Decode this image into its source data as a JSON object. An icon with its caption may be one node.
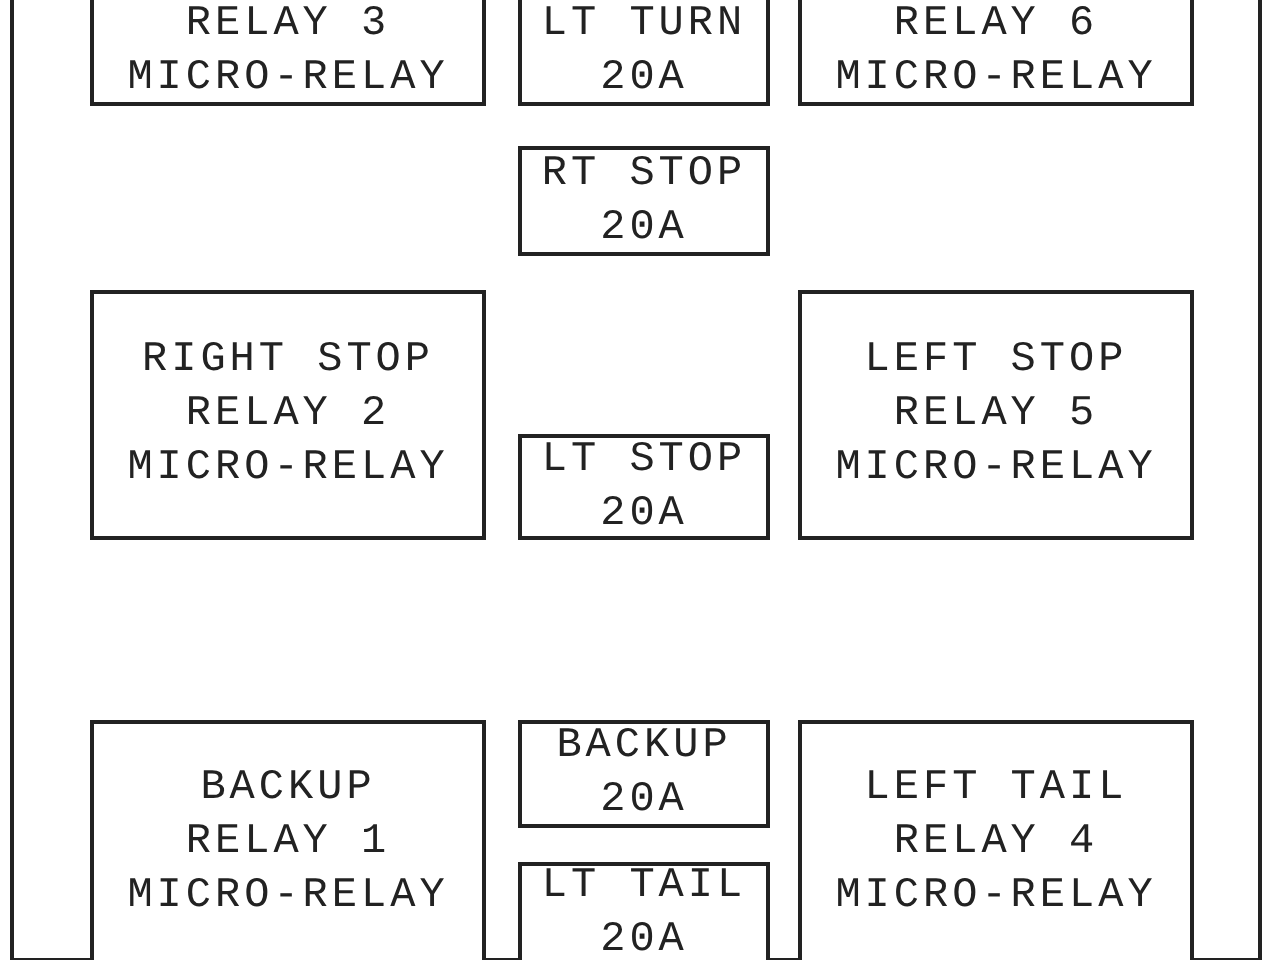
{
  "diagram": {
    "nodes": [
      {
        "text": [
          "RELAY 3 MICRO-RELAY"
        ]
      },
      {
        "text": [
          "LT TURN",
          "20A"
        ]
      },
      {
        "text": [
          "RELAY 6 MICRO-RELAY"
        ]
      },
      {
        "text": [
          "RT STOP",
          "20A"
        ]
      },
      {
        "text": [
          "RIGHT STOP RELAY 2 MICRO-RELAY"
        ]
      },
      {
        "text": [
          "LEFT STOP RELAY 5 MICRO-RELAY"
        ]
      },
      {
        "text": [
          "LT STOP",
          "20A"
        ]
      },
      {
        "text": [
          "BACKUP RELAY 1 MICRO-RELAY"
        ]
      },
      {
        "text": [
          "BACKUP",
          "20A"
        ]
      },
      {
        "text": [
          "LEFT TAIL RELAY 4 MICRO-RELAY"
        ]
      },
      {
        "text": [
          "LT TAIL",
          "20A"
        ]
      }
    ],
    "edges": []
  }
}
